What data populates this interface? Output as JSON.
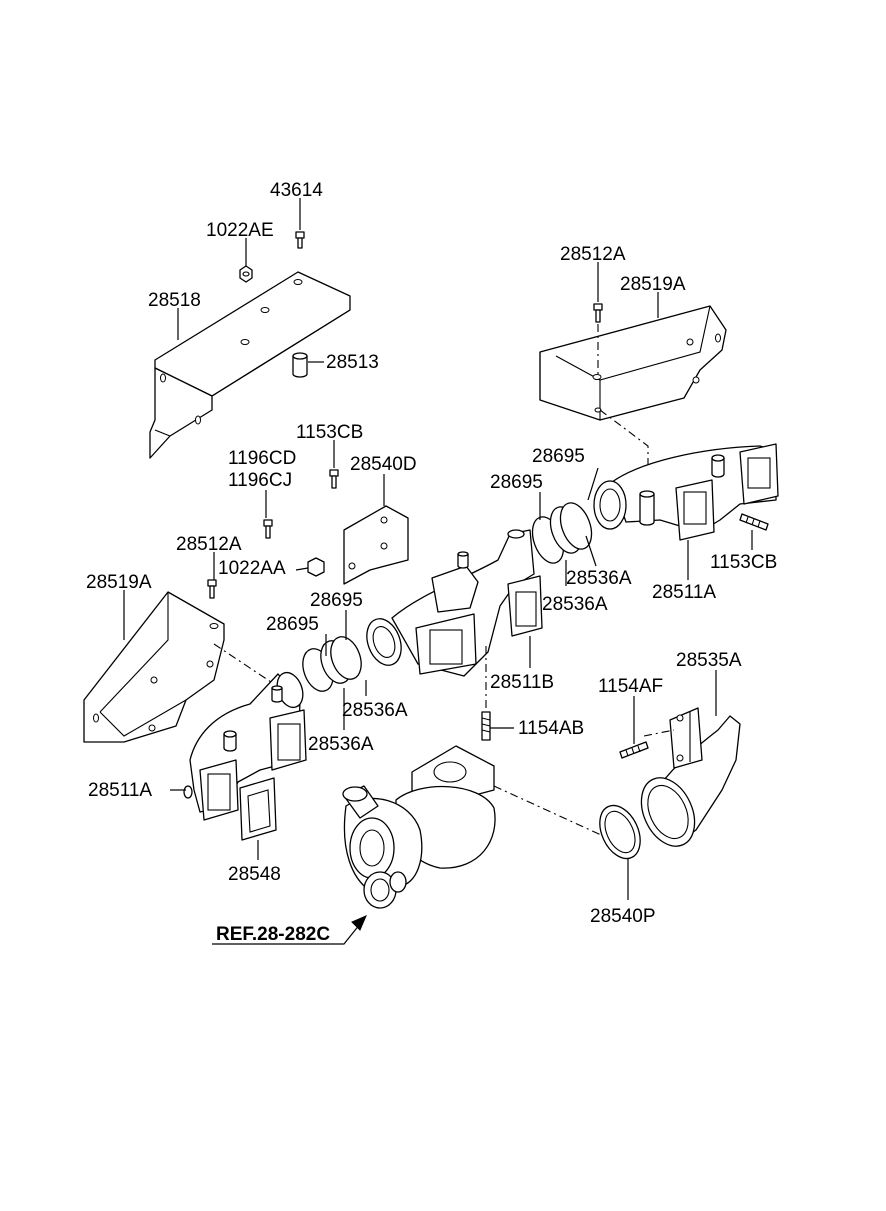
{
  "diagram": {
    "reference_label": "REF.28-282C",
    "part_labels": {
      "p43614": "43614",
      "p1022AE": "1022AE",
      "p28518": "28518",
      "p28513": "28513",
      "p28512A_top": "28512A",
      "p28519A_top": "28519A",
      "p1153CB_top": "1153CB",
      "p28540D": "28540D",
      "p1196CD": "1196CD",
      "p1196CJ": "1196CJ",
      "p28695_a": "28695",
      "p28695_b": "28695",
      "p28512A_left": "28512A",
      "p1022AA": "1022AA",
      "p28519A_left": "28519A",
      "p28536A_a": "28536A",
      "p28536A_b": "28536A",
      "p28511A_right": "28511A",
      "p1153CB_right": "1153CB",
      "p28695_c": "28695",
      "p28695_d": "28695",
      "p28511B": "28511B",
      "p28535A": "28535A",
      "p1154AF": "1154AF",
      "p28536A_c": "28536A",
      "p28536A_d": "28536A",
      "p1154AB": "1154AB",
      "p28511A_left": "28511A",
      "p28548": "28548",
      "p28540P": "28540P"
    }
  }
}
